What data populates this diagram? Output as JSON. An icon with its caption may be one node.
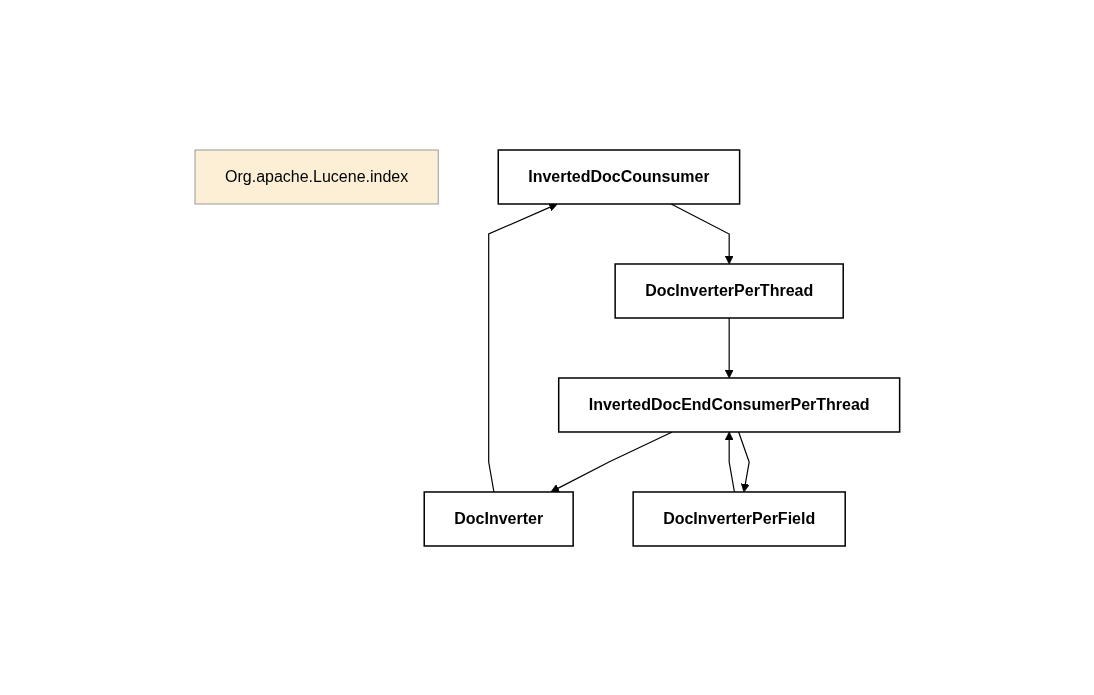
{
  "diagram": {
    "nodes": [
      {
        "text": [
          "Org.apache.Lucene.index"
        ]
      },
      {
        "text": [
          "InvertedDocCounsumer"
        ]
      },
      {
        "text": [
          "DocInverterPerThread"
        ]
      },
      {
        "text": [
          "DocInverter"
        ]
      },
      {
        "text": [
          "InvertedDocEndConsumerPerThread"
        ]
      },
      {
        "text": [
          "DocInverterPerField"
        ]
      }
    ],
    "edges": [
      {
        "from": 1,
        "to": 2,
        "arrow": "to"
      },
      {
        "from": 2,
        "to": 4,
        "arrow": "to"
      },
      {
        "from": 4,
        "to": 3,
        "arrow": "to"
      },
      {
        "from": 3,
        "to": 1,
        "arrow": "to"
      },
      {
        "from": 4,
        "to": 5,
        "arrow": "to"
      },
      {
        "from": 5,
        "to": 4,
        "arrow": "to"
      }
    ]
  }
}
